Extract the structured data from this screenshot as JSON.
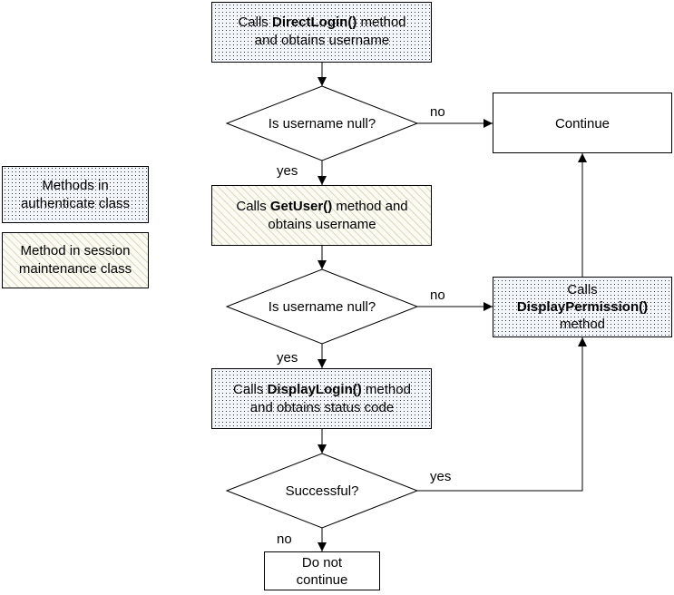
{
  "legend": {
    "auth": {
      "line1": "Methods in",
      "line2": "authenticate class"
    },
    "session": {
      "line1": "Method in session",
      "line2": "maintenance class"
    }
  },
  "nodes": {
    "direct_login": {
      "l1_pre": "Calls ",
      "l1_bold": "DirectLogin()",
      "l1_post": " method",
      "l2": "and obtains username"
    },
    "check1": {
      "text": "Is username null?"
    },
    "get_user": {
      "l1_pre": "Calls ",
      "l1_bold": "GetUser()",
      "l1_post": " method and",
      "l2": "obtains username"
    },
    "check2": {
      "text": "Is username null?"
    },
    "display_login": {
      "l1_pre": "Calls ",
      "l1_bold": "DisplayLogin()",
      "l1_post": " method",
      "l2": "and obtains status code"
    },
    "successful": {
      "text": "Successful?"
    },
    "do_not_continue": {
      "line1": "Do not",
      "line2": "continue"
    },
    "continue": {
      "text": "Continue"
    },
    "display_permission": {
      "line1": "Calls",
      "line2": "DisplayPermission()",
      "line3": "method"
    }
  },
  "edges": {
    "check1_no": "no",
    "check1_yes": "yes",
    "check2_no": "no",
    "check2_yes": "yes",
    "successful_yes": "yes",
    "successful_no": "no"
  },
  "colors": {
    "border": "#000000",
    "auth_fill": "#f2f6fa",
    "auth_dots": "#1f3a60",
    "session_fill": "#fbfbf4",
    "session_hatch": "#c9c9a4"
  }
}
